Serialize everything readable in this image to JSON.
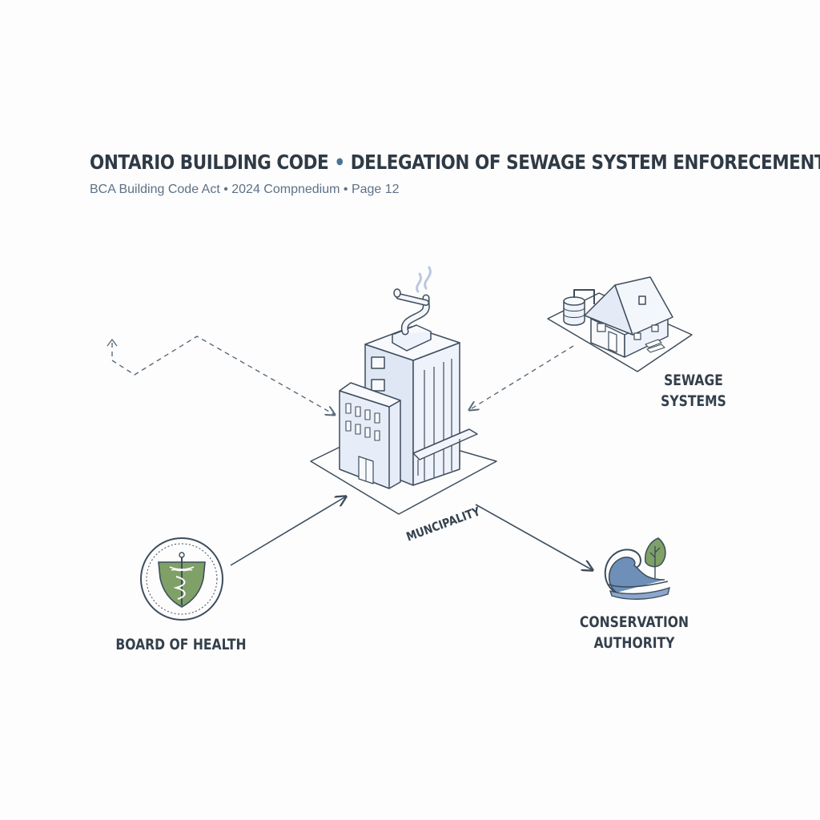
{
  "header": {
    "title_left": "ONTARIO BUILDING CODE",
    "title_sep": "•",
    "title_right": "DELEGATION OF SEWAGE SYSTEM ENFORECEMENT",
    "subtitle": "BCA Building Code Act • 2024 Compnedium • Page 12"
  },
  "nodes": {
    "municipality": "MUNCIPALITY",
    "sewage_line1": "SEWAGE",
    "sewage_line2": "SYSTEMS",
    "board": "BOARD OF HEALTH",
    "conservation_line1": "CONSERVATION",
    "conservation_line2": "AUTHORITY"
  },
  "icons": {
    "building": "office-building-icon",
    "house": "house-septic-icon",
    "health": "caduceus-shield-icon",
    "conservation": "wave-leaf-icon"
  },
  "colors": {
    "line": "#3e4d5c",
    "building_fill": "#e7edf8",
    "health_green": "#7fa067",
    "wave_blue": "#6d8fb8"
  }
}
